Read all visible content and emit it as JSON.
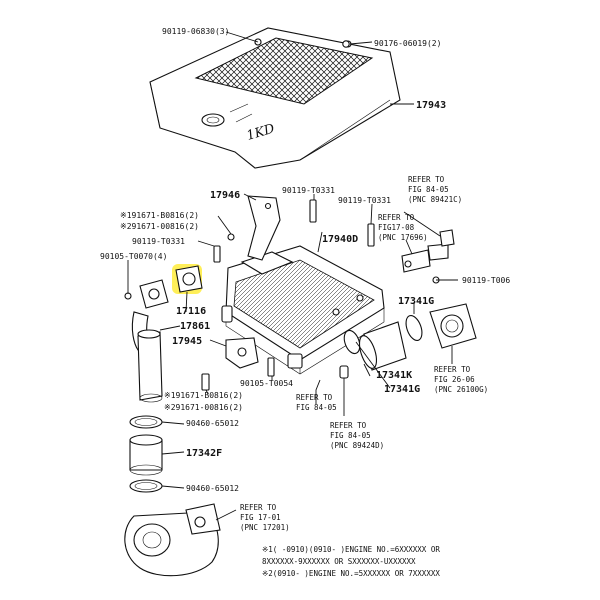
{
  "labels": {
    "p90119_06830": "90119-06830(3)",
    "p90176_06019": "90176-06019(2)",
    "p17943": "17943",
    "p17946": "17946",
    "p90119_T0331_a": "90119-T0331",
    "p90119_T0331_b": "90119-T0331",
    "p90119_T0331_c": "90119-T0331",
    "p91671_B0816_top": "※191671-B0816(2)",
    "p91671_00816_top": "※291671-00816(2)",
    "p90105_T0070": "90105-T0070(4)",
    "p17116": "17116",
    "p17861": "17861",
    "p17945": "17945",
    "p17940D": "17940D",
    "p17341G_a": "17341G",
    "p17341G_b": "17341G",
    "p17341K": "17341K",
    "p90119_T006": "90119-T006",
    "p90105_T0054": "90105-T0054",
    "p91671_B0816_bot": "※191671-B0816(2)",
    "p91671_00816_bot": "※291671-00816(2)",
    "p90460_65012_a": "90460-65012",
    "p17342F": "17342F",
    "p90460_65012_b": "90460-65012"
  },
  "refs": {
    "fig84_05_top": [
      "REFER TO",
      "FIG 84-05",
      "(PNC 89421C)"
    ],
    "fig17_08": [
      "REFER TO",
      "FIG17-08",
      "(PNC 17696)"
    ],
    "fig26_06": [
      "REFER TO",
      "FIG 26-06",
      "(PNC 26100G)"
    ],
    "fig84_05_left": [
      "REFER TO",
      "FIG 84-05"
    ],
    "fig84_05_bot": [
      "REFER TO",
      "FIG 84-05",
      "(PNC 89424D)"
    ],
    "fig17_01": [
      "REFER TO",
      "FIG 17-01",
      "(PNC 17201)"
    ]
  },
  "cover_text": "1KD",
  "footnotes": [
    "※1(   -0910)(0910-     )ENGINE NO.=6XXXXXX OR",
    "8XXXXXX-9XXXXXX OR SXXXXXX-UXXXXXX",
    "※2(0910-     )ENGINE NO.=5XXXXXX OR 7XXXXXX"
  ],
  "highlight_color": "#ffe600"
}
